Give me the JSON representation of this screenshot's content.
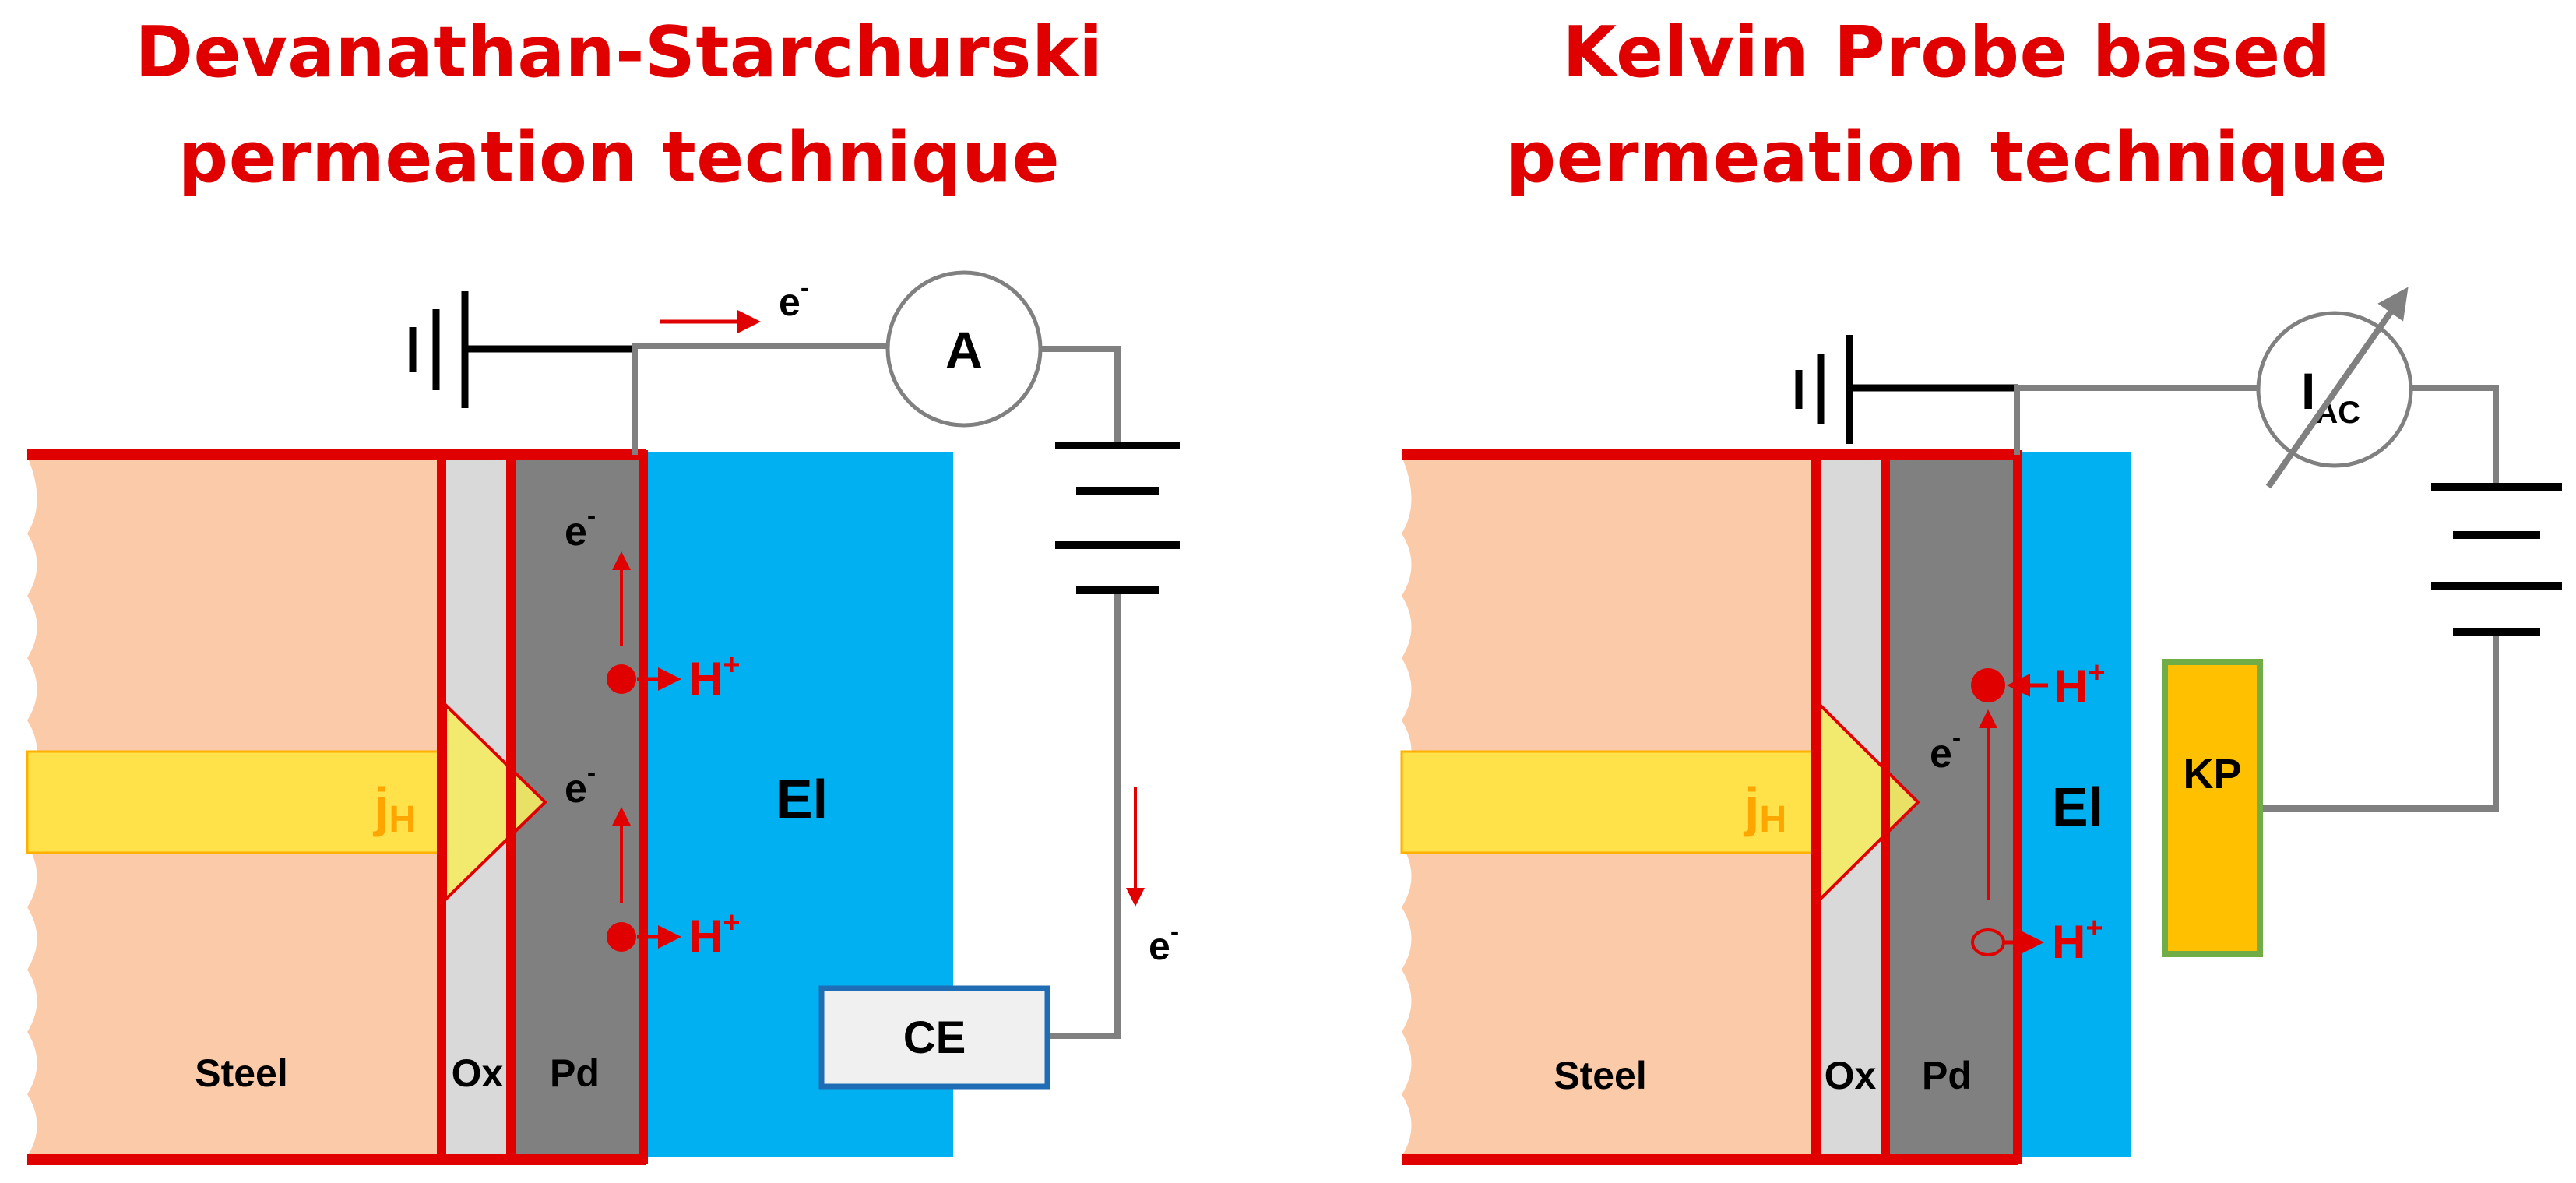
{
  "titles": {
    "left_line1": "Devanathan-Starchurski",
    "left_line2": "permeation technique",
    "right_line1": "Kelvin Probe based",
    "right_line2": "permeation technique"
  },
  "left_panel": {
    "steel": "Steel",
    "ox": "Ox",
    "pd": "Pd",
    "electrolyte": "El",
    "flux_main": "j",
    "flux_sub": "H",
    "electron_main": "e",
    "electron_sup": "-",
    "proton_main": "H",
    "proton_sup": "+",
    "ammeter": "A",
    "counter_electrode": "CE"
  },
  "right_panel": {
    "steel": "Steel",
    "ox": "Ox",
    "pd": "Pd",
    "electrolyte": "El",
    "flux_main": "j",
    "flux_sub": "H",
    "electron_main": "e",
    "electron_sup": "-",
    "proton_main": "H",
    "proton_sup": "+",
    "meter_main": "I",
    "meter_sub": "AC",
    "kelvin_probe": "KP"
  },
  "colors": {
    "title": "#e00000",
    "steel": "#fbcaa8",
    "oxide": "#d9d9d9",
    "palladium": "#808080",
    "electrolyte": "#00b0f0",
    "border": "#e00000",
    "flux_fill": "#ffe14a",
    "flux_label": "#ffa500",
    "wire": "#808080",
    "kp_fill": "#ffc000",
    "kp_border": "#70ad47",
    "ce_border": "#1f6eb5"
  }
}
